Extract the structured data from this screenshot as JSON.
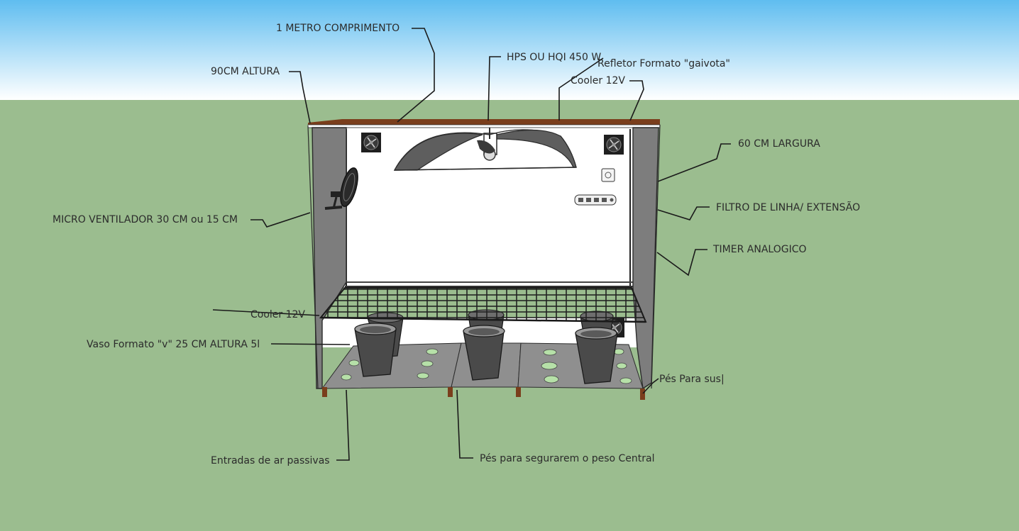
{
  "colors": {
    "sky_top": "#5fbdf0",
    "sky_bottom": "#ffffff",
    "ground": "#9bbd8f",
    "cabinet_inner": "#ffffff",
    "side_panels": "#7d7d7d",
    "floor_panel": "#8f8f8f",
    "wood_top": "#7a3e1c",
    "pots": "#505050",
    "leader_lines": "#1a1a1a",
    "label_text": "#2b2b2b"
  },
  "labels": {
    "length": "1 METRO COMPRIMENTO",
    "height": "90CM ALTURA",
    "lamp": "HPS OU HQI 450 W",
    "reflector": "Refletor Formato \"gaivota\"",
    "cooler_top": "Cooler 12V",
    "width": "60 CM LARGURA",
    "filter": "FILTRO DE LINHA/ EXTENSÃO",
    "timer": "TIMER ANALOGICO",
    "fan": "MICRO VENTILADOR 30 CM ou 15 CM",
    "cooler_bottom": "Cooler 12V",
    "pot": "Vaso Formato \"v\" 25 CM ALTURA 5l",
    "feet_side": "Pés Para sus|",
    "air_intakes": "Entradas de ar passivas",
    "feet_center": "Pés para segurarem o peso Central"
  },
  "icons": {
    "exhaust_fan": "fan-icon",
    "lamp": "lamp-icon",
    "reflector": "reflector-icon",
    "pot": "pot-icon",
    "timer": "timer-icon",
    "power_strip": "power-strip-icon",
    "screen": "grid-screen-icon"
  }
}
